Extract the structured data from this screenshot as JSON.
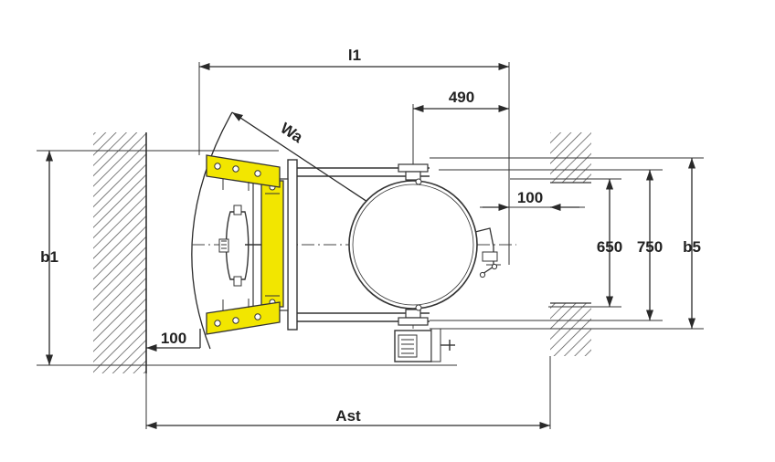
{
  "diagram": {
    "labels": {
      "l1": "l1",
      "d490": "490",
      "wa": "Wa",
      "d100_right": "100",
      "d650": "650",
      "d750": "750",
      "b5": "b5",
      "b1": "b1",
      "d100_left": "100",
      "ast": "Ast"
    }
  },
  "colors": {
    "accent_yellow": "#f2e600",
    "line": "#2a2a2a",
    "wall_hatch": "#555555",
    "machine_body": "#555555",
    "background": "#ffffff"
  }
}
